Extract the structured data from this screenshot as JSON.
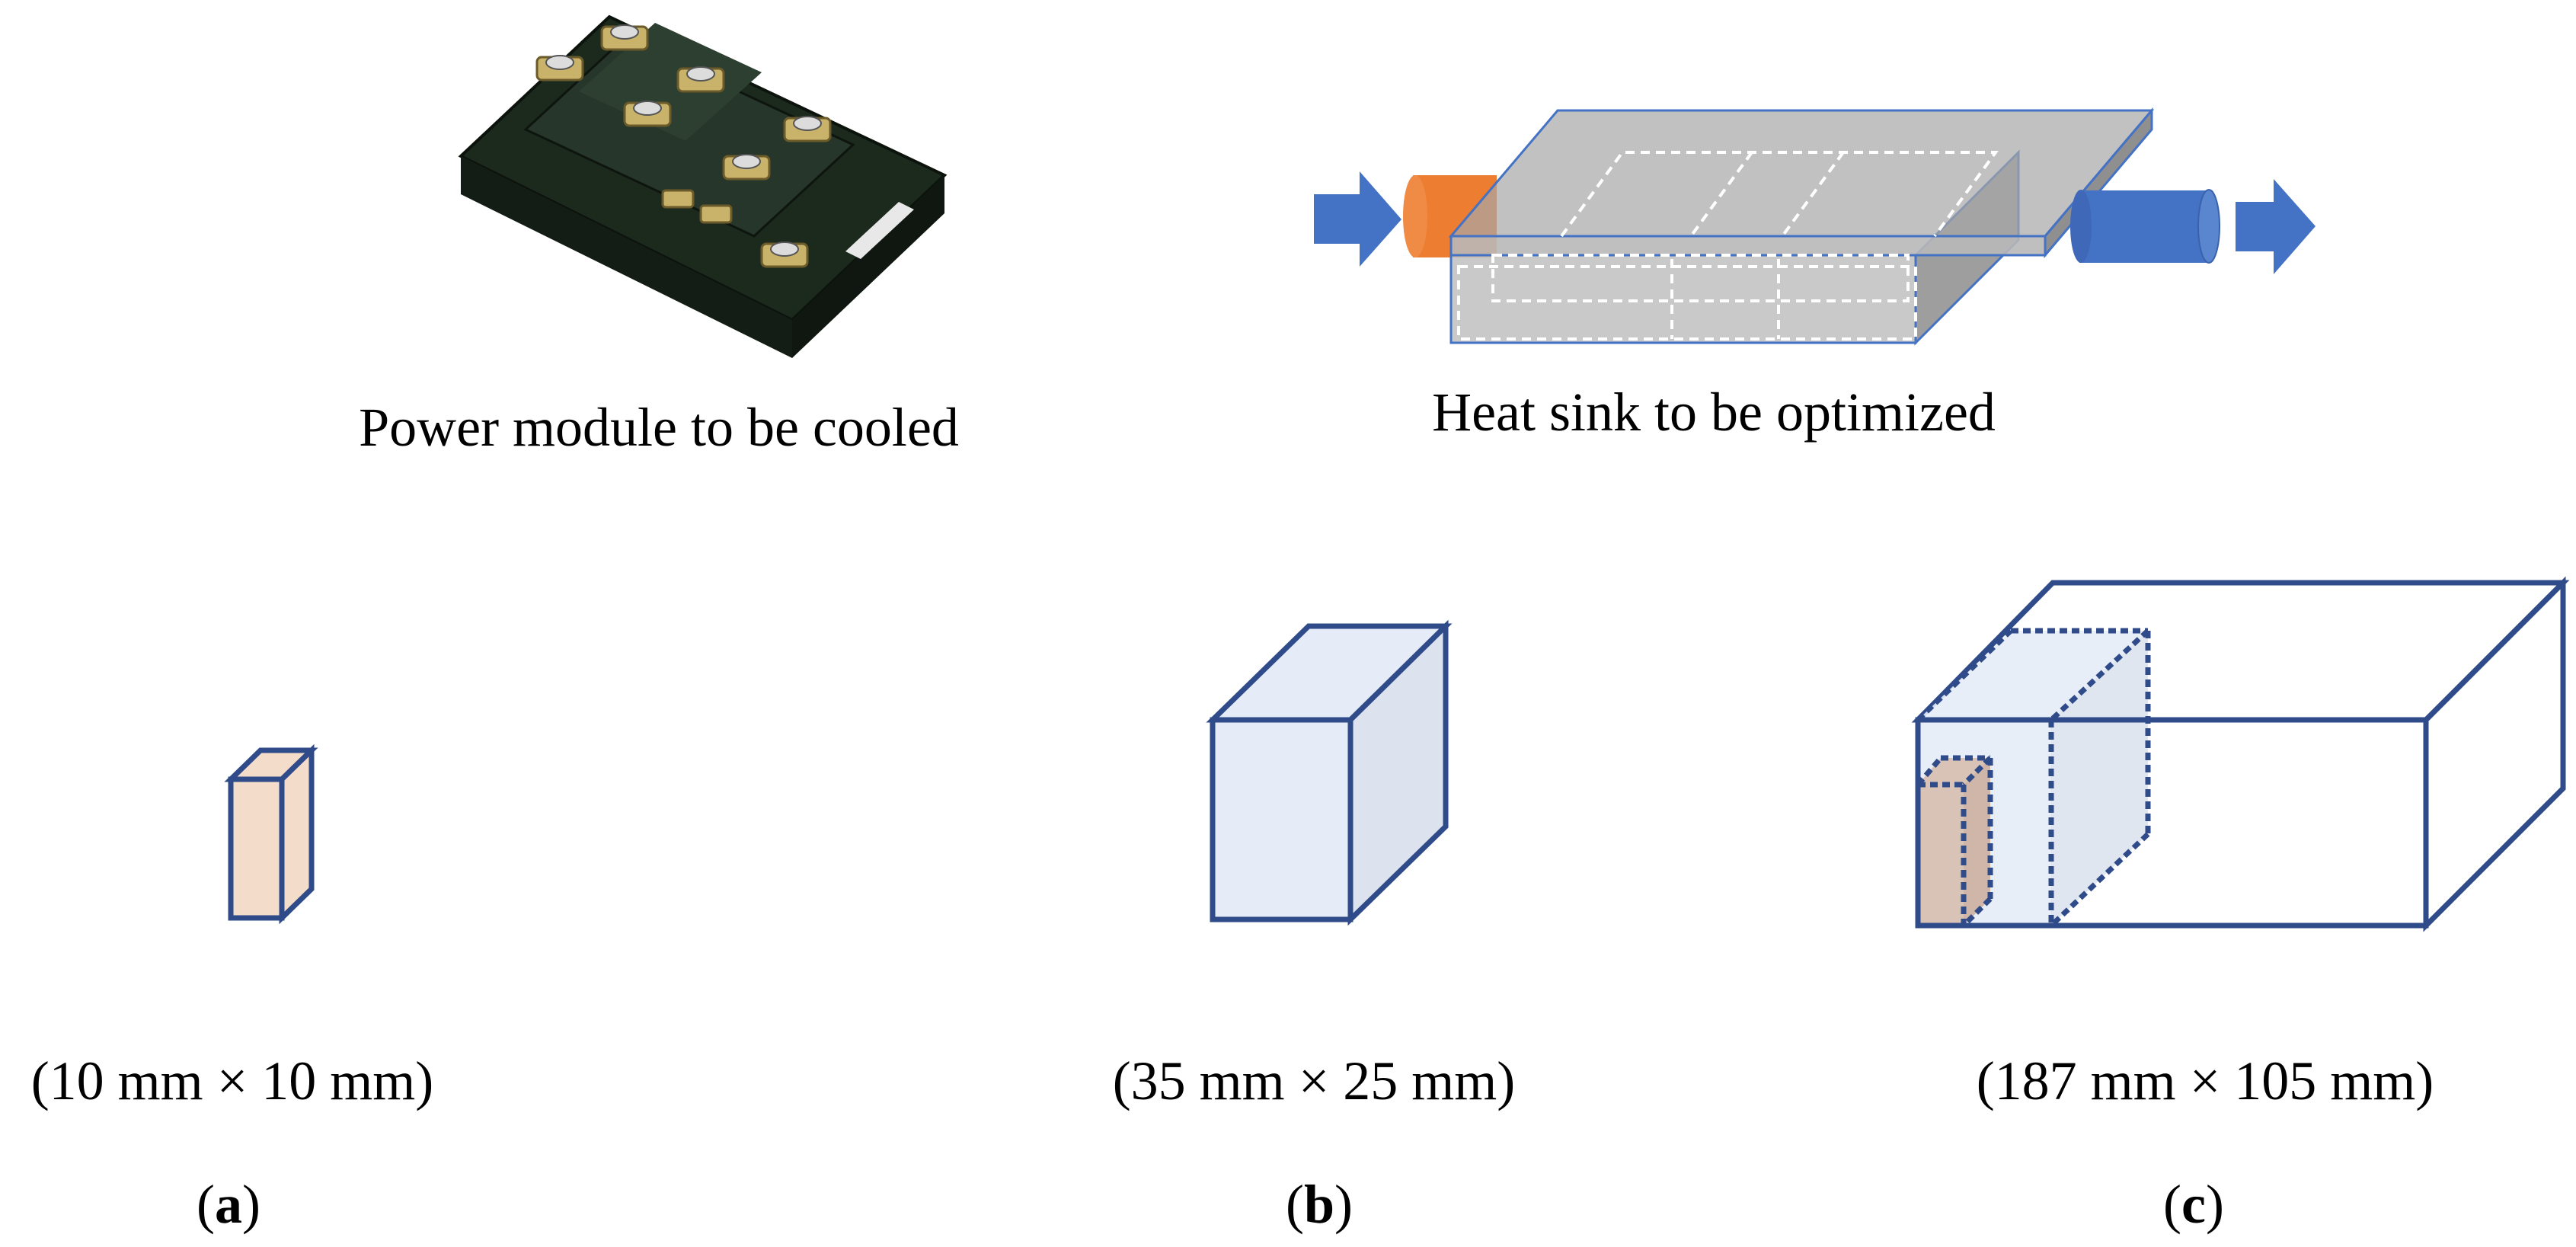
{
  "top": {
    "power_module_caption": "Power module to be cooled",
    "heat_sink_caption": "Heat sink to be optimized"
  },
  "panels": [
    {
      "dimension": "(10 mm × 10 mm)",
      "label_open": "(",
      "label_letter": "a",
      "label_close": ")"
    },
    {
      "dimension": "(35 mm × 25 mm)",
      "label_open": "(",
      "label_letter": "b",
      "label_close": ")"
    },
    {
      "dimension": "(187 mm × 105 mm)",
      "label_open": "(",
      "label_letter": "c",
      "label_close": ")"
    }
  ],
  "colors": {
    "outline": "#2f4b8a",
    "module_fill": "#f4dccb",
    "box_fill": "#e6ecf7",
    "inlet": "#ed7d31",
    "outlet": "#4472c4",
    "arrow": "#4472c4",
    "heatsink_body": "#bfbfbf"
  }
}
